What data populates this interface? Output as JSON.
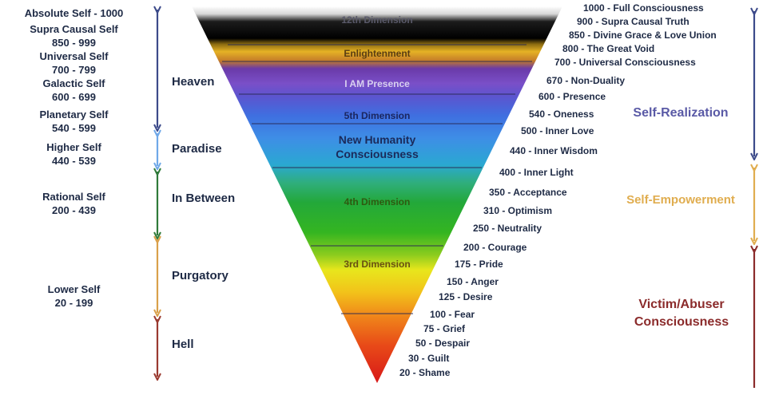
{
  "selves": [
    {
      "name": "Absolute Self - 1000",
      "range": ""
    },
    {
      "name": "Supra Causal Self",
      "range": "850 - 999"
    },
    {
      "name": "Universal Self",
      "range": "700 - 799"
    },
    {
      "name": "Galactic Self",
      "range": "600 - 699"
    },
    {
      "name": "Planetary Self",
      "range": "540 - 599"
    },
    {
      "name": "Higher Self",
      "range": "440 - 539"
    },
    {
      "name": "Rational Self",
      "range": "200 - 439"
    },
    {
      "name": "Lower Self",
      "range": "20 - 199"
    }
  ],
  "realms": [
    "Heaven",
    "Paradise",
    "In Between",
    "Purgatory",
    "Hell"
  ],
  "bands": [
    "12th Dimension",
    "Enlightenment",
    "I AM Presence",
    "5th Dimension",
    "New Humanity",
    "Consciousness",
    "4th Dimension",
    "3rd Dimension"
  ],
  "levels": [
    "1000 - Full Consciousness",
    "900 - Supra Causal Truth",
    "850 - Divine Grace & Love Union",
    "800 - The Great Void",
    "700 - Universal Consciousness",
    "670 - Non-Duality",
    "600 - Presence",
    "540 - Oneness",
    "500 - Inner Love",
    "440 - Inner Wisdom",
    "400 - Inner Light",
    "350 - Acceptance",
    "310 - Optimism",
    "250 - Neutrality",
    "200 - Courage",
    "175 - Pride",
    "150 - Anger",
    "125 - Desire",
    "100 - Fear",
    "75 - Grief",
    "50 - Despair",
    "30 - Guilt",
    "20 - Shame"
  ],
  "categories": {
    "realization": "Self-Realization",
    "empowerment": "Self-Empowerment",
    "victim1": "Victim/Abuser",
    "victim2": "Consciousness"
  },
  "colors": {
    "realization": "#5a5aa6",
    "empowerment": "#e0ad4f",
    "victim": "#8b2b2b",
    "heaven_arrow": "#3c4a8a",
    "paradise_arrow": "#6fa8e8",
    "between_arrow": "#2f7a3a",
    "purgatory_arrow": "#d9a04a",
    "hell_arrow": "#9a3a30"
  }
}
